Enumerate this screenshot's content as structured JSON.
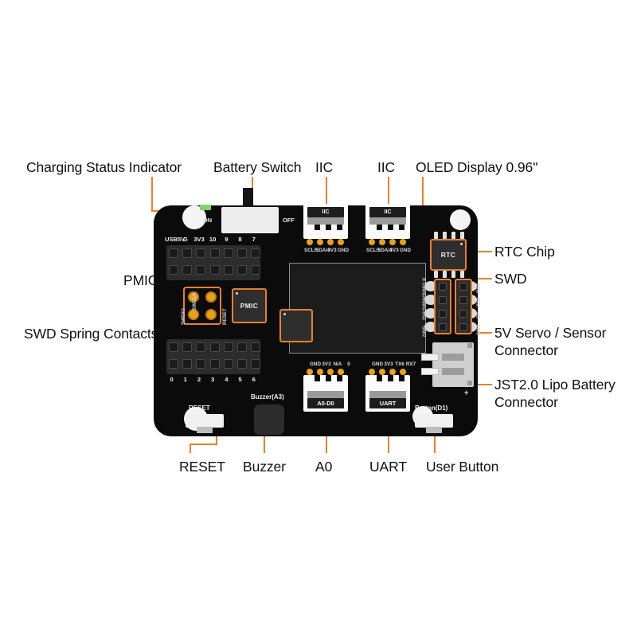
{
  "diagram": {
    "title": "M5Stack-style development board annotated pinout diagram",
    "accent_color": "#E8812B",
    "board_color": "#0b0b0b",
    "background": "#ffffff"
  },
  "callouts": {
    "charging_status_indicator": "Charging Status Indicator",
    "battery_switch": "Battery Switch",
    "iic_left": "IIC",
    "iic_right": "IIC",
    "oled_display": "OLED Display 0.96''",
    "rtc_chip": "RTC Chip",
    "swd": "SWD",
    "servo_connector_line1": "5V Servo / Sensor",
    "servo_connector_line2": "Connector",
    "jst_connector_line1": "JST2.0 Lipo Battery",
    "jst_connector_line2": "Connector",
    "pmic": "PMIC",
    "swd_spring_contacts": "SWD Spring Contacts",
    "reset": "RESET",
    "buzzer": "Buzzer",
    "a0": "A0",
    "uart": "UART",
    "user_button": "User Button"
  },
  "board": {
    "switch": {
      "on_label": "ON",
      "off_label": "OFF"
    },
    "top_header_labels": [
      "USB5V",
      "G",
      "3V3",
      "10",
      "9",
      "8",
      "7"
    ],
    "bottom_header_labels": [
      "0",
      "1",
      "2",
      "3",
      "4",
      "5",
      "6"
    ],
    "iic_left": {
      "cap_label": "IIC",
      "pins": [
        "SCL/5",
        "SDA/4",
        "3V3",
        "GND"
      ]
    },
    "iic_right": {
      "cap_label": "IIC",
      "pins": [
        "SCL/5",
        "SDA/4",
        "3V3",
        "GND"
      ]
    },
    "a0_connector": {
      "cap_label": "A0-D0",
      "pins": [
        "GND",
        "3V3",
        "N/A",
        "0"
      ]
    },
    "uart_connector": {
      "cap_label": "UART",
      "pins": [
        "GND",
        "3V3",
        "TX6",
        "RX7"
      ]
    },
    "rtc_chip_label": "RTC",
    "pmic_chip_label": "PMIC",
    "spring_contact_labels": [
      "SWCLK",
      "GND",
      "SWDIO",
      "RESET"
    ],
    "swd_header_left_pins": [
      "SWCLK",
      "SWDIO",
      "3V3",
      "GND"
    ],
    "swd_header_right_pins": [
      "RX7",
      "TX6",
      "5V",
      "GND"
    ],
    "jst_polarity": "+",
    "reset_silk": "RESET",
    "buzzer_silk": "Buzzer(A3)",
    "button_silk": "Button(D1)"
  }
}
